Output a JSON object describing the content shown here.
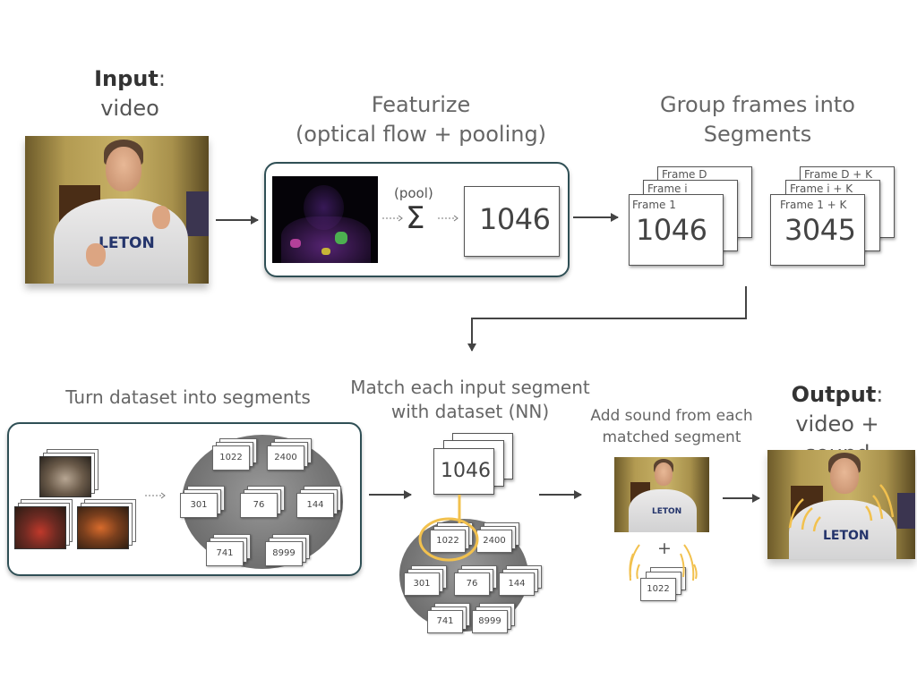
{
  "input": {
    "title_bold": "Input",
    "title_colon": ":",
    "subtitle": "video"
  },
  "featurize": {
    "line1": "Featurize",
    "line2": "(optical flow + pooling)",
    "pool_label": "(pool)",
    "sigma": "Σ",
    "feature_value": "1046"
  },
  "group": {
    "line1": "Group frames into",
    "line2": "Segments",
    "stack_a": {
      "back": "Frame D",
      "mid": "Frame i",
      "front": "Frame 1",
      "value": "1046"
    },
    "stack_b": {
      "back": "Frame D + K",
      "mid": "Frame i + K",
      "front": "Frame 1 + K",
      "value": "3045"
    }
  },
  "dataset": {
    "label": "Turn dataset into segments",
    "segments": [
      "1022",
      "2400",
      "301",
      "76",
      "144",
      "741",
      "8999"
    ]
  },
  "match": {
    "line1": "Match each input segment",
    "line2": "with dataset (NN)",
    "query_value": "1046",
    "segments": [
      "1022",
      "2400",
      "301",
      "76",
      "144",
      "741",
      "8999"
    ]
  },
  "addsound": {
    "line1": "Add sound from each",
    "line2": "matched segment",
    "plus": "+",
    "segment": "1022"
  },
  "output": {
    "title_bold": "Output",
    "title_colon": ":",
    "subtitle": "video + sound"
  },
  "colors": {
    "highlight": "#f2c14e",
    "sound_wave": "#f2c14e",
    "panel_border": "#2f4f55",
    "arrow": "#444444"
  }
}
